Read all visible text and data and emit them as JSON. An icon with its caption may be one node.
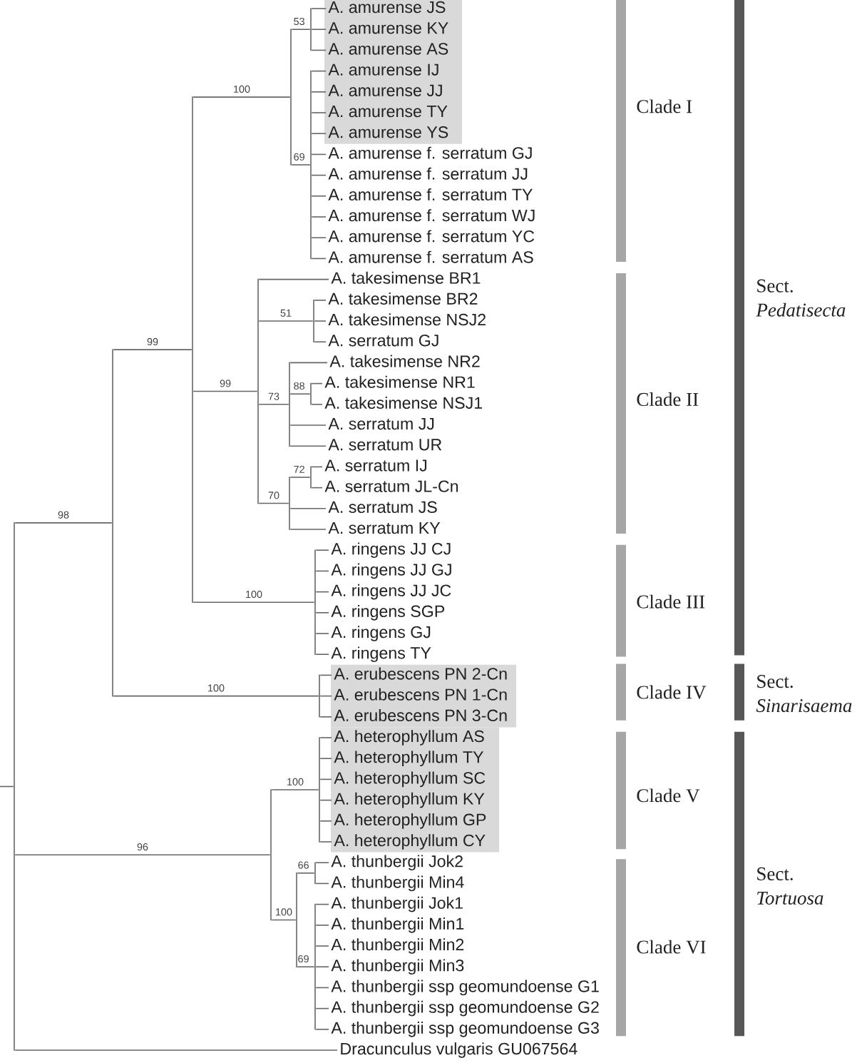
{
  "diagram": {
    "nodes": [
      {
        "text": [],
        "shape": "box"
      },
      {
        "text": [
          "A. amurense JS"
        ],
        "in": 0
      },
      {
        "text": [
          "A. amurense KY"
        ],
        "in": 0
      },
      {
        "text": [
          "A. amurense AS"
        ],
        "in": 0
      },
      {
        "text": [
          "A. amurense IJ"
        ],
        "in": 0
      },
      {
        "text": [
          "A. amurense JJ"
        ],
        "in": 0
      },
      {
        "text": [
          "A. amurense TY"
        ],
        "in": 0
      },
      {
        "text": [
          "A. amurense YS"
        ],
        "in": 0
      },
      {
        "text": [
          "A. amurense f. serratum GJ"
        ]
      },
      {
        "text": [
          "A. amurense f. serratum JJ"
        ]
      },
      {
        "text": [
          "A. amurense f. serratum TY"
        ]
      },
      {
        "text": [
          "A. amurense f. serratum WJ"
        ]
      },
      {
        "text": [
          "A. amurense f. serratum YC"
        ]
      },
      {
        "text": [
          "A. amurense f. serratum AS"
        ]
      },
      {
        "text": [
          "A. takesimense BR1"
        ]
      },
      {
        "text": [
          "A. takesimense BR2"
        ]
      },
      {
        "text": [
          "A. takesimense NSJ2"
        ]
      },
      {
        "text": [
          "A. serratum GJ"
        ]
      },
      {
        "text": [
          "A. takesimense NR2"
        ]
      },
      {
        "text": [
          "A. takesimense NR1"
        ]
      },
      {
        "text": [
          "A. takesimense NSJ1"
        ]
      },
      {
        "text": [
          "A. serratum JJ"
        ]
      },
      {
        "text": [
          "A. serratum UR"
        ]
      },
      {
        "text": [
          "A. serratum IJ"
        ]
      },
      {
        "text": [
          "A. serratum JL-Cn"
        ]
      },
      {
        "text": [
          "A. serratum JS"
        ]
      },
      {
        "text": [
          "A. serratum KY"
        ]
      },
      {
        "text": [
          "A. ringens JJ CJ"
        ]
      },
      {
        "text": [
          "A. ringens JJ GJ"
        ]
      },
      {
        "text": [
          "A. ringens JJ JC"
        ]
      },
      {
        "text": [
          "A. ringens SGP"
        ]
      },
      {
        "text": [
          "A. ringens GJ"
        ]
      },
      {
        "text": [
          "A. ringens TY"
        ]
      },
      {
        "text": [],
        "shape": "box"
      },
      {
        "text": [
          "A. erubescens PN 2-Cn"
        ],
        "in": 33
      },
      {
        "text": [
          "A. erubescens PN 1-Cn"
        ],
        "in": 33
      },
      {
        "text": [
          "A. erubescens PN 3-Cn"
        ],
        "in": 33
      },
      {
        "text": [],
        "shape": "box"
      },
      {
        "text": [
          "A. heterophyllum AS"
        ],
        "in": 37
      },
      {
        "text": [
          "A. heterophyllum TY"
        ],
        "in": 37
      },
      {
        "text": [
          "A. heterophyllum SC"
        ],
        "in": 37
      },
      {
        "text": [
          "A. heterophyllum KY"
        ],
        "in": 37
      },
      {
        "text": [
          "A. heterophyllum GP"
        ],
        "in": 37
      },
      {
        "text": [
          "A. heterophyllum CY"
        ],
        "in": 37
      },
      {
        "text": [
          "A. thunbergii Jok2"
        ]
      },
      {
        "text": [
          "A. thunbergii Min4"
        ]
      },
      {
        "text": [
          "A. thunbergii Jok1"
        ]
      },
      {
        "text": [
          "A. thunbergii Min1"
        ]
      },
      {
        "text": [
          "A. thunbergii Min2"
        ]
      },
      {
        "text": [
          "A. thunbergii Min3"
        ]
      },
      {
        "text": [
          "A. thunbergii ssp geomundoense G1"
        ]
      },
      {
        "text": [
          "A. thunbergii ssp geomundoense G2"
        ]
      },
      {
        "text": [
          "A. thunbergii ssp geomundoense G3"
        ]
      },
      {
        "text": [
          "Dracunculus vulgaris GU067564"
        ]
      },
      {
        "text": [
          "Clade I"
        ]
      },
      {
        "text": [
          "Clade II"
        ]
      },
      {
        "text": [
          "Clade III"
        ]
      },
      {
        "text": [
          "Clade IV"
        ]
      },
      {
        "text": [
          "Clade V"
        ]
      },
      {
        "text": [
          "Clade VI"
        ]
      },
      {
        "text": [
          "Sect. *Pedatisecta*"
        ]
      },
      {
        "text": [
          "Sect. *Sinarisaema*"
        ]
      },
      {
        "text": [
          "Sect. *Tortuosa*"
        ]
      },
      {
        "text": [],
        "shape": "bar"
      },
      {
        "text": [],
        "shape": "bar"
      },
      {
        "text": [],
        "shape": "bar"
      },
      {
        "text": [],
        "shape": "bar"
      },
      {
        "text": [],
        "shape": "bar"
      },
      {
        "text": [],
        "shape": "bar"
      },
      {
        "text": [],
        "shape": "bar"
      },
      {
        "text": [],
        "shape": "bar"
      },
      {
        "text": [],
        "shape": "bar"
      },
      {
        "text": [],
        "shape": "bar"
      },
      {
        "text": [],
        "shape": "bar"
      },
      {
        "text": [],
        "shape": "bar"
      },
      {
        "text": [],
        "shape": "bar"
      },
      {
        "text": [],
        "shape": "bar"
      },
      {
        "text": [],
        "shape": "bar"
      },
      {
        "text": [],
        "shape": "bar"
      },
      {
        "text": [],
        "shape": "bar"
      },
      {
        "text": [],
        "shape": "bar"
      },
      {
        "text": [],
        "shape": "bar"
      }
    ],
    "edges": [
      {
        "from": null,
        "to": 63,
        "arrow": "none"
      },
      {
        "from": 63,
        "to": 64,
        "arrow": "none",
        "label": "98"
      },
      {
        "from": 64,
        "to": 65,
        "arrow": "none",
        "label": "99"
      },
      {
        "from": 65,
        "to": 66,
        "arrow": "none",
        "label": "100"
      },
      {
        "from": 66,
        "to": 67,
        "arrow": "none",
        "label": "53"
      },
      {
        "from": 67,
        "to": 1,
        "arrow": "none"
      },
      {
        "from": 67,
        "to": 2,
        "arrow": "none"
      },
      {
        "from": 67,
        "to": 3,
        "arrow": "none"
      },
      {
        "from": 66,
        "to": 68,
        "arrow": "none",
        "label": "69"
      },
      {
        "from": 68,
        "to": 4,
        "arrow": "none"
      },
      {
        "from": 68,
        "to": 5,
        "arrow": "none"
      },
      {
        "from": 68,
        "to": 6,
        "arrow": "none"
      },
      {
        "from": 68,
        "to": 7,
        "arrow": "none"
      },
      {
        "from": 68,
        "to": 8,
        "arrow": "none"
      },
      {
        "from": 68,
        "to": 9,
        "arrow": "none"
      },
      {
        "from": 68,
        "to": 10,
        "arrow": "none"
      },
      {
        "from": 68,
        "to": 11,
        "arrow": "none"
      },
      {
        "from": 68,
        "to": 12,
        "arrow": "none"
      },
      {
        "from": 68,
        "to": 13,
        "arrow": "none"
      },
      {
        "from": 65,
        "to": 69,
        "arrow": "none",
        "label": "99"
      },
      {
        "from": 69,
        "to": 14,
        "arrow": "none"
      },
      {
        "from": 69,
        "to": 70,
        "arrow": "none",
        "label": "51"
      },
      {
        "from": 70,
        "to": 15,
        "arrow": "none"
      },
      {
        "from": 70,
        "to": 16,
        "arrow": "none"
      },
      {
        "from": 70,
        "to": 17,
        "arrow": "none"
      },
      {
        "from": 69,
        "to": 71,
        "arrow": "none",
        "label": "73"
      },
      {
        "from": 71,
        "to": 18,
        "arrow": "none"
      },
      {
        "from": 71,
        "to": 72,
        "arrow": "none",
        "label": "88"
      },
      {
        "from": 72,
        "to": 19,
        "arrow": "none"
      },
      {
        "from": 72,
        "to": 20,
        "arrow": "none"
      },
      {
        "from": 71,
        "to": 21,
        "arrow": "none"
      },
      {
        "from": 71,
        "to": 22,
        "arrow": "none"
      },
      {
        "from": 69,
        "to": 73,
        "arrow": "none",
        "label": "70"
      },
      {
        "from": 73,
        "to": 74,
        "arrow": "none",
        "label": "72"
      },
      {
        "from": 74,
        "to": 23,
        "arrow": "none"
      },
      {
        "from": 74,
        "to": 24,
        "arrow": "none"
      },
      {
        "from": 73,
        "to": 25,
        "arrow": "none"
      },
      {
        "from": 73,
        "to": 26,
        "arrow": "none"
      },
      {
        "from": 65,
        "to": 75,
        "arrow": "none",
        "label": "100"
      },
      {
        "from": 75,
        "to": 27,
        "arrow": "none"
      },
      {
        "from": 75,
        "to": 28,
        "arrow": "none"
      },
      {
        "from": 75,
        "to": 29,
        "arrow": "none"
      },
      {
        "from": 75,
        "to": 30,
        "arrow": "none"
      },
      {
        "from": 75,
        "to": 31,
        "arrow": "none"
      },
      {
        "from": 75,
        "to": 32,
        "arrow": "none"
      },
      {
        "from": 64,
        "to": 76,
        "arrow": "none",
        "label": "100"
      },
      {
        "from": 76,
        "to": 34,
        "arrow": "none"
      },
      {
        "from": 76,
        "to": 35,
        "arrow": "none"
      },
      {
        "from": 76,
        "to": 36,
        "arrow": "none"
      },
      {
        "from": 63,
        "to": 77,
        "arrow": "none",
        "label": "96"
      },
      {
        "from": 77,
        "to": 78,
        "arrow": "none",
        "label": "100"
      },
      {
        "from": 78,
        "to": 38,
        "arrow": "none"
      },
      {
        "from": 78,
        "to": 39,
        "arrow": "none"
      },
      {
        "from": 78,
        "to": 40,
        "arrow": "none"
      },
      {
        "from": 78,
        "to": 41,
        "arrow": "none"
      },
      {
        "from": 78,
        "to": 42,
        "arrow": "none"
      },
      {
        "from": 78,
        "to": 43,
        "arrow": "none"
      },
      {
        "from": 77,
        "to": 79,
        "arrow": "none",
        "label": "100"
      },
      {
        "from": 79,
        "to": 80,
        "arrow": "none",
        "label": "66"
      },
      {
        "from": 80,
        "to": 44,
        "arrow": "none"
      },
      {
        "from": 80,
        "to": 45,
        "arrow": "none"
      },
      {
        "from": 79,
        "to": 81,
        "arrow": "none",
        "label": "69"
      },
      {
        "from": 81,
        "to": 46,
        "arrow": "none"
      },
      {
        "from": 81,
        "to": 47,
        "arrow": "none"
      },
      {
        "from": 81,
        "to": 48,
        "arrow": "none"
      },
      {
        "from": 81,
        "to": 49,
        "arrow": "none"
      },
      {
        "from": 81,
        "to": 50,
        "arrow": "none"
      },
      {
        "from": 81,
        "to": 51,
        "arrow": "none"
      },
      {
        "from": 81,
        "to": 52,
        "arrow": "none"
      },
      {
        "from": 63,
        "to": 53,
        "arrow": "none"
      }
    ]
  }
}
